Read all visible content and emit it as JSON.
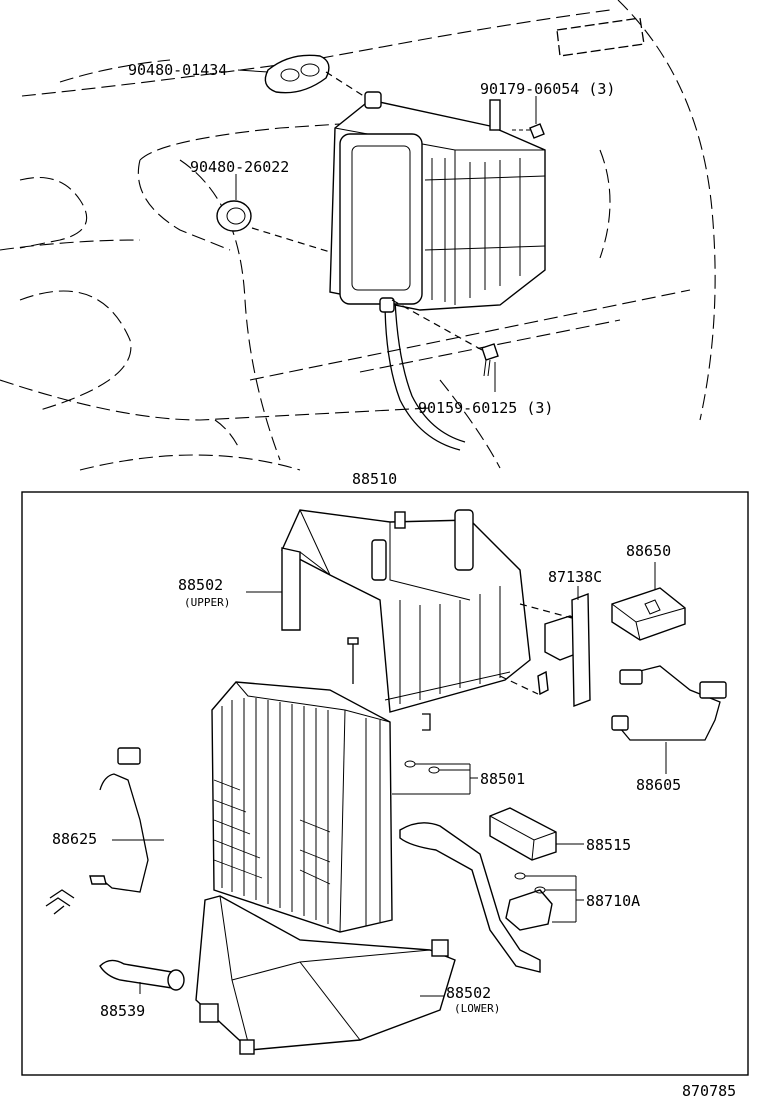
{
  "diagram_code": "870785",
  "assembly_number": "88510",
  "top_labels": {
    "grommet_large": "90480-01434",
    "screw_upper": "90179-06054 (3)",
    "grommet_small": "90480-26022",
    "screw_lower": "90159-60125 (3)"
  },
  "parts": {
    "case_upper": {
      "number": "88502",
      "note": "(UPPER)"
    },
    "case_lower": {
      "number": "88502",
      "note": "(LOWER)"
    },
    "amplifier": "88650",
    "bracket": "87138C",
    "wire_harness": "88605",
    "o_rings": "88501",
    "thermistor": "88625",
    "pressure_switch": "88515",
    "expansion_valve": "88710A",
    "drain_hose": "88539"
  }
}
